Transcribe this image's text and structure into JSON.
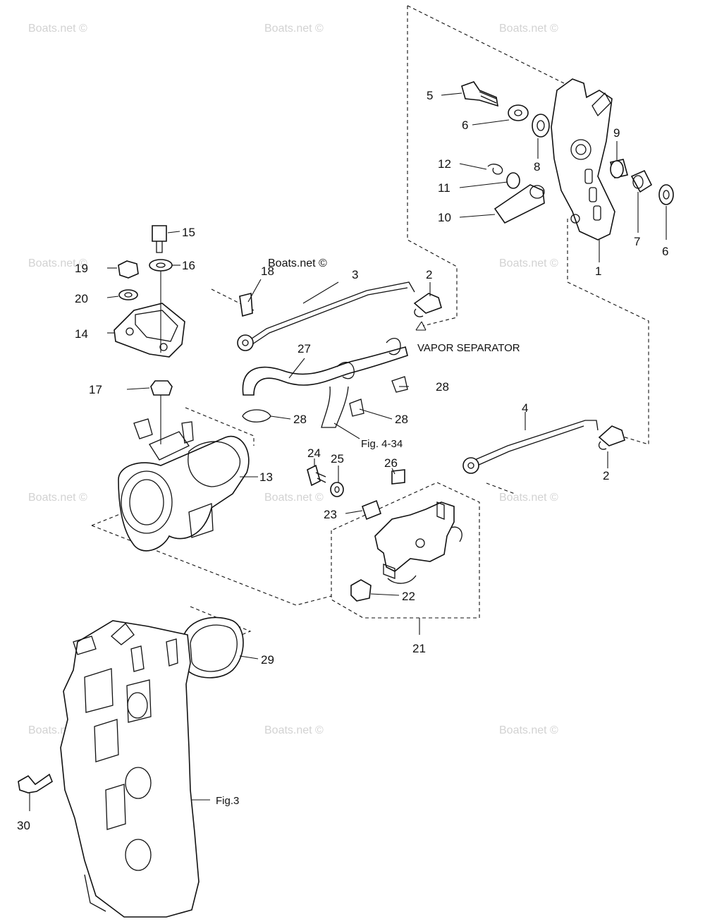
{
  "watermark": "Boats.net ©",
  "labels": {
    "p1": "1",
    "p2a": "2",
    "p2b": "2",
    "p3": "3",
    "p4": "4",
    "p5": "5",
    "p6a": "6",
    "p6b": "6",
    "p7": "7",
    "p8": "8",
    "p9": "9",
    "p10": "10",
    "p11": "11",
    "p12": "12",
    "p13": "13",
    "p14": "14",
    "p15": "15",
    "p16": "16",
    "p17": "17",
    "p18": "18",
    "p19": "19",
    "p20": "20",
    "p21": "21",
    "p22": "22",
    "p23": "23",
    "p24": "24",
    "p25": "25",
    "p26": "26",
    "p27": "27",
    "p28a": "28",
    "p28b": "28",
    "p28c": "28",
    "p29": "29",
    "p30": "30"
  },
  "annotations": {
    "vapor_separator": "VAPOR SEPARATOR",
    "fig_4_34": "Fig. 4-34",
    "fig_3": "Fig.3"
  },
  "colors": {
    "line": "#111111",
    "watermark": "#d2d2d2",
    "background": "#ffffff"
  }
}
